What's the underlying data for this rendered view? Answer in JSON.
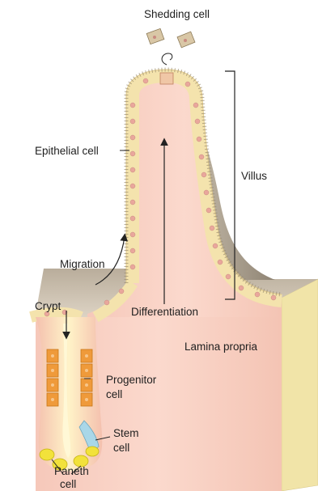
{
  "diagram": {
    "labels": {
      "shedding_cell": "Shedding cell",
      "epithelial_cell": "Epithelial cell",
      "villus": "Villus",
      "migration": "Migration",
      "crypt": "Crypt",
      "differentiation": "Differentiation",
      "lamina_propria": "Lamina propria",
      "progenitor_line1": "Progenitor",
      "progenitor_line2": "cell",
      "stem_line1": "Stem",
      "stem_line2": "cell",
      "paneth_line1": "Paneth",
      "paneth_line2": "cell"
    },
    "colors": {
      "tissue": "#f7cfc2",
      "epithelium": "#f4e3ad",
      "cell_nucleus": "#e9a79c",
      "shadow": "#a69a89",
      "block_right": "#f1e4a8",
      "progenitor": "#ef9a3a",
      "stem": "#a9d7e8",
      "paneth": "#f2e23b",
      "stroke": "#333333"
    }
  }
}
